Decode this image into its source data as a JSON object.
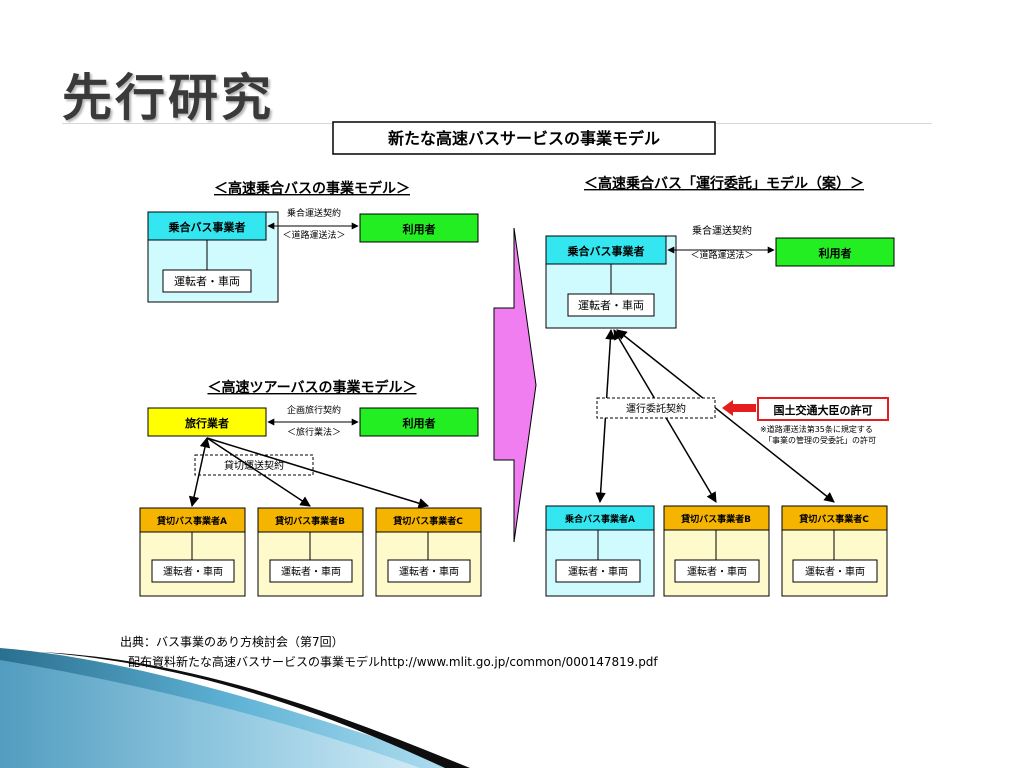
{
  "slide": {
    "title": "先行研究"
  },
  "diagram": {
    "main_title": "新たな高速バスサービスの事業モデル",
    "left_top": {
      "heading": "＜高速乗合バスの事業モデル＞",
      "operator": "乗合バス事業者",
      "resource": "運転者・車両",
      "user": "利用者",
      "contract": "乗合運送契約",
      "law": "＜道路運送法＞"
    },
    "left_bottom": {
      "heading": "＜高速ツアーバスの事業モデル＞",
      "operator": "旅行業者",
      "user": "利用者",
      "contract": "企画旅行契約",
      "law": "＜旅行業法＞",
      "charter_contract": "貸切運送契約",
      "charters": [
        {
          "name": "貸切バス事業者A",
          "resource": "運転者・車両"
        },
        {
          "name": "貸切バス事業者B",
          "resource": "運転者・車両"
        },
        {
          "name": "貸切バス事業者C",
          "resource": "運転者・車両"
        }
      ]
    },
    "right": {
      "heading": "＜高速乗合バス「運行委託」モデル（案）＞",
      "operator": "乗合バス事業者",
      "resource": "運転者・車両",
      "user": "利用者",
      "contract": "乗合運送契約",
      "law": "＜道路運送法＞",
      "delegation_contract": "運行委託契約",
      "permit": "国土交通大臣の許可",
      "permit_note_1": "※道路運送法第35条に規定する",
      "permit_note_2": "「事業の管理の受委託」の許可",
      "operators": [
        {
          "name": "乗合バス事業者A",
          "resource": "運転者・車両"
        },
        {
          "name": "貸切バス事業者B",
          "resource": "運転者・車両"
        },
        {
          "name": "貸切バス事業者C",
          "resource": "運転者・車両"
        }
      ]
    },
    "colors": {
      "cyan": "#33e6ef",
      "light_cyan": "#cffbff",
      "green": "#22ee22",
      "yellow": "#ffff00",
      "orange": "#f4b400",
      "light_yellow": "#fffacc",
      "pink_arrow": "#f07ef0",
      "red": "#e41e1e"
    }
  },
  "citation": {
    "line1": "出典：バス事業のあり方検討会（第7回）",
    "line2": "配布資料新たな高速バスサービスの事業モデルhttp://www.mlit.go.jp/common/000147819.pdf"
  }
}
